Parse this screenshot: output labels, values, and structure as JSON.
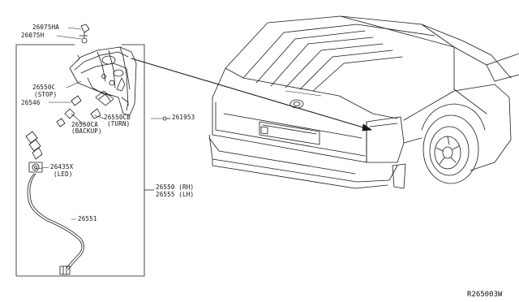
{
  "labels": {
    "p26075ha": "26075HA",
    "p26075h": "26075H",
    "p26550c": "26550C",
    "p26550c_note": "(STOP)",
    "p26546": "26546",
    "p26550cb": "26550CB",
    "p26550cb_note": "(TURN)",
    "p26550ca": "26550CA",
    "p26550ca_note": "(BACKUP)",
    "p261953": "261953",
    "p26435x": "26435X",
    "p26435x_note": "(LED)",
    "p26550_rh": "26550 (RH)",
    "p26555_lh": "26555 (LH)",
    "p26551": "26551"
  },
  "diagram_code": "R265003W"
}
